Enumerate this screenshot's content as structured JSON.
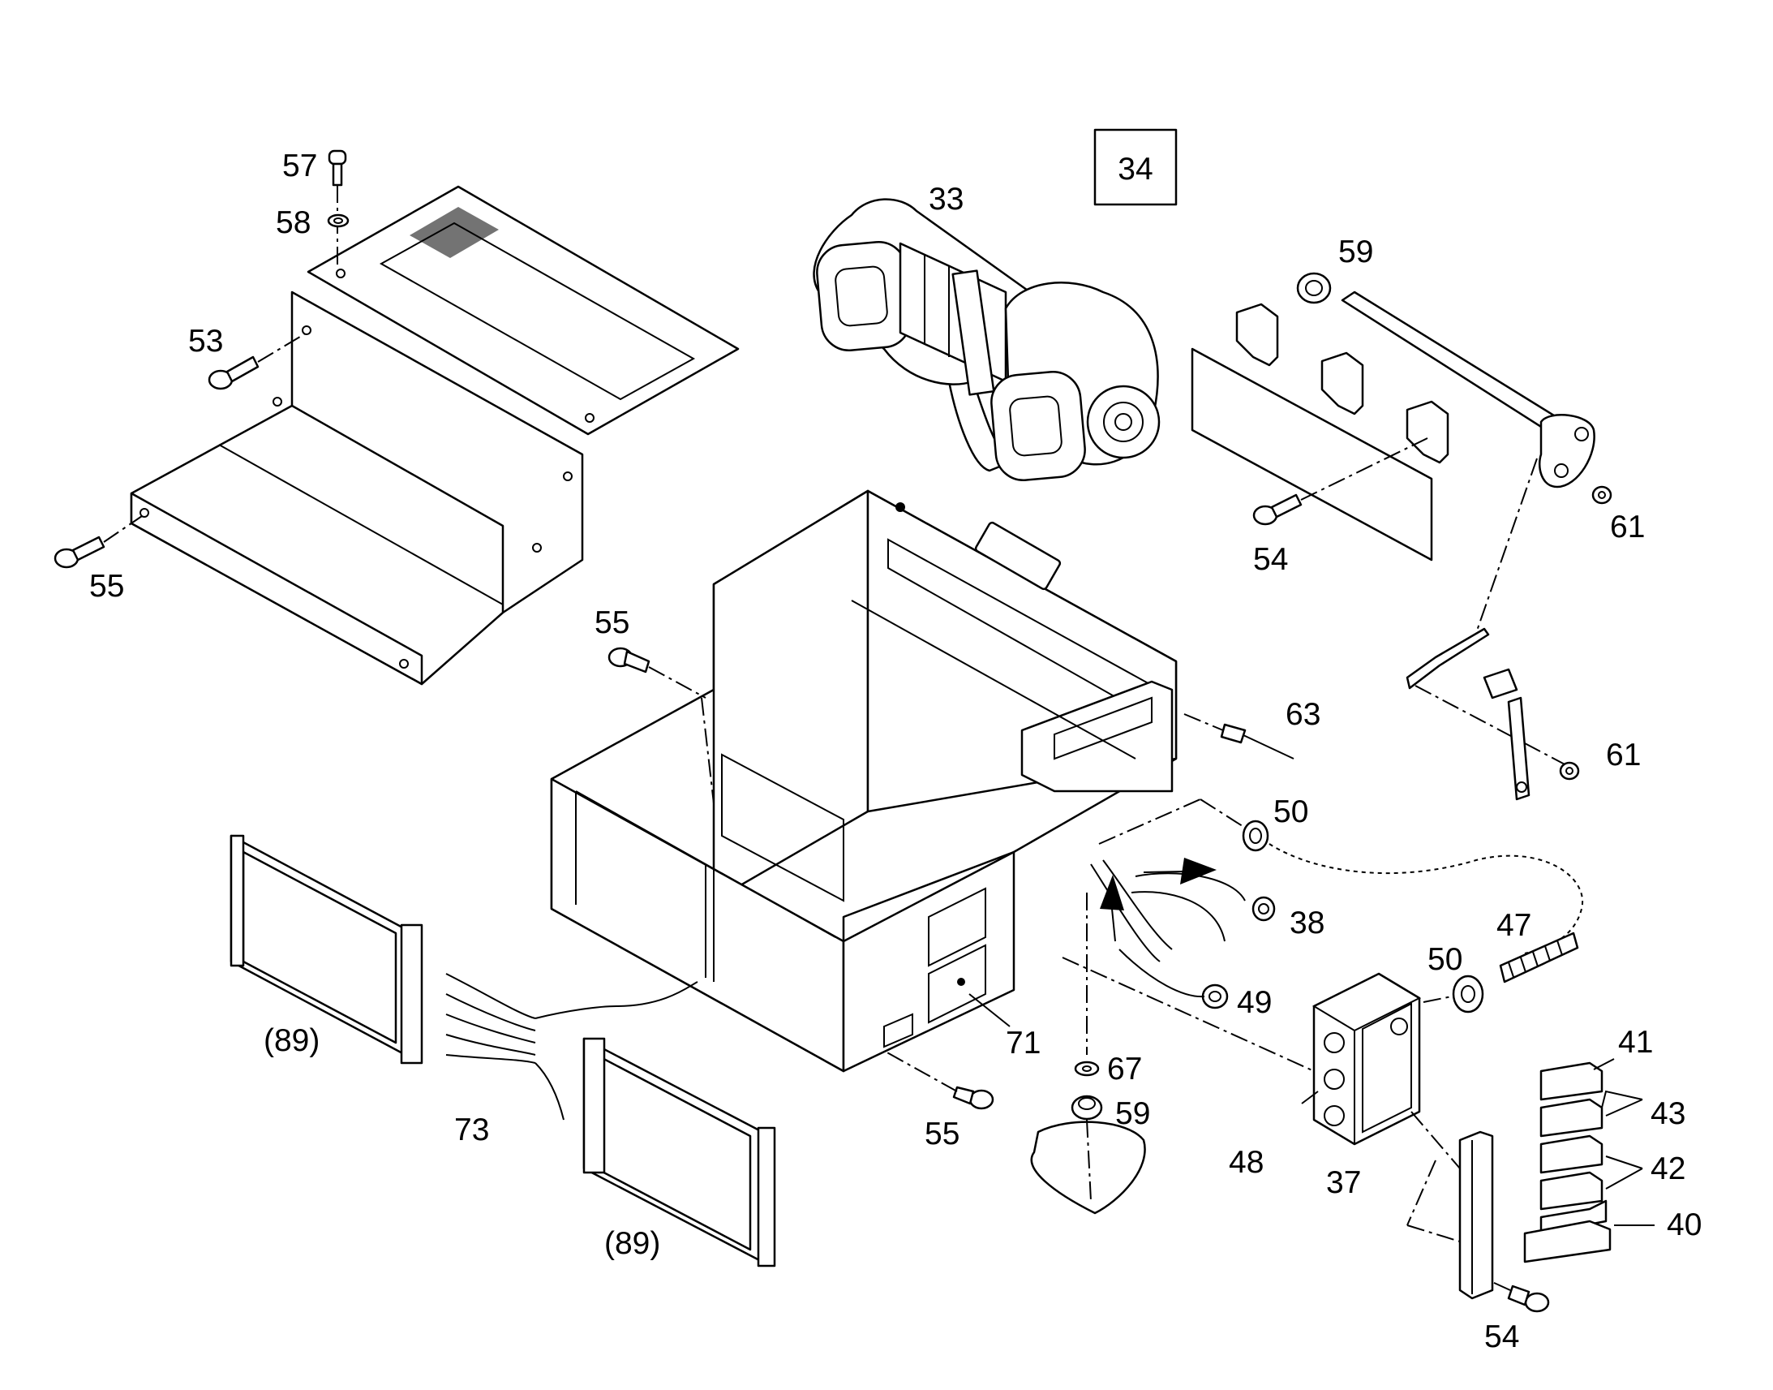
{
  "diagram": {
    "box_label": "34",
    "labels": {
      "l57": "57",
      "l58": "58",
      "l53": "53",
      "l55a": "55",
      "l33": "33",
      "l59a": "59",
      "l54a": "54",
      "l61a": "61",
      "l55b": "55",
      "l63": "63",
      "l61b": "61",
      "l50a": "50",
      "l38": "38",
      "l47": "47",
      "l50b": "50",
      "l49": "49",
      "l71": "71",
      "l89a": "(89)",
      "l73": "73",
      "l55c": "55",
      "l67": "67",
      "l59b": "59",
      "l41": "41",
      "l43": "43",
      "l42": "42",
      "l40": "40",
      "l48": "48",
      "l37": "37",
      "l89b": "(89)",
      "l54b": "54"
    }
  }
}
